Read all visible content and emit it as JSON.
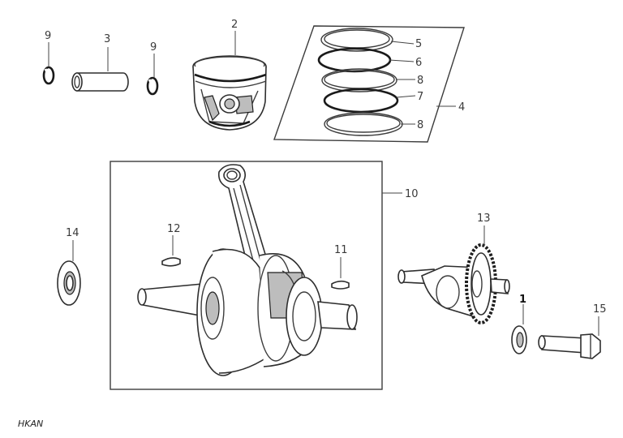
{
  "callouts": {
    "c9a": "9",
    "c3": "3",
    "c9b": "9",
    "c2": "2",
    "c5": "5",
    "c6": "6",
    "c8a": "8",
    "c7": "7",
    "c8b": "8",
    "c4": "4",
    "c10": "10",
    "c12": "12",
    "c11": "11",
    "c14": "14",
    "c13": "13",
    "c1": "1",
    "c15": "15"
  },
  "watermark": "HKAN"
}
